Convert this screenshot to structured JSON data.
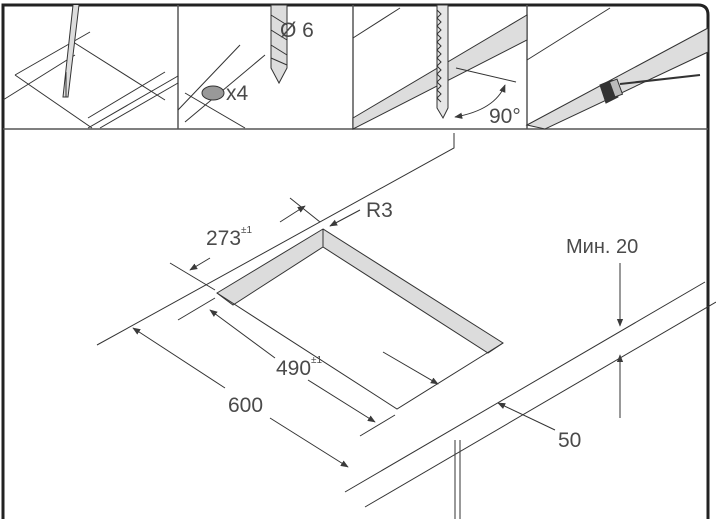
{
  "steps": {
    "drill_diameter": "Ø 6",
    "hole_count": "x4",
    "cut_angle": "90°"
  },
  "dimensions": {
    "depth": "273",
    "depth_tolerance": "±1",
    "corner_radius": "R3",
    "min_thickness": "Мин. 20",
    "width": "490",
    "width_tolerance": "±1",
    "counter_depth": "600",
    "front_margin": "50"
  },
  "colors": {
    "line": "#3a3a3a",
    "fill": "#dcdcdc",
    "text": "#4a4a4a"
  }
}
